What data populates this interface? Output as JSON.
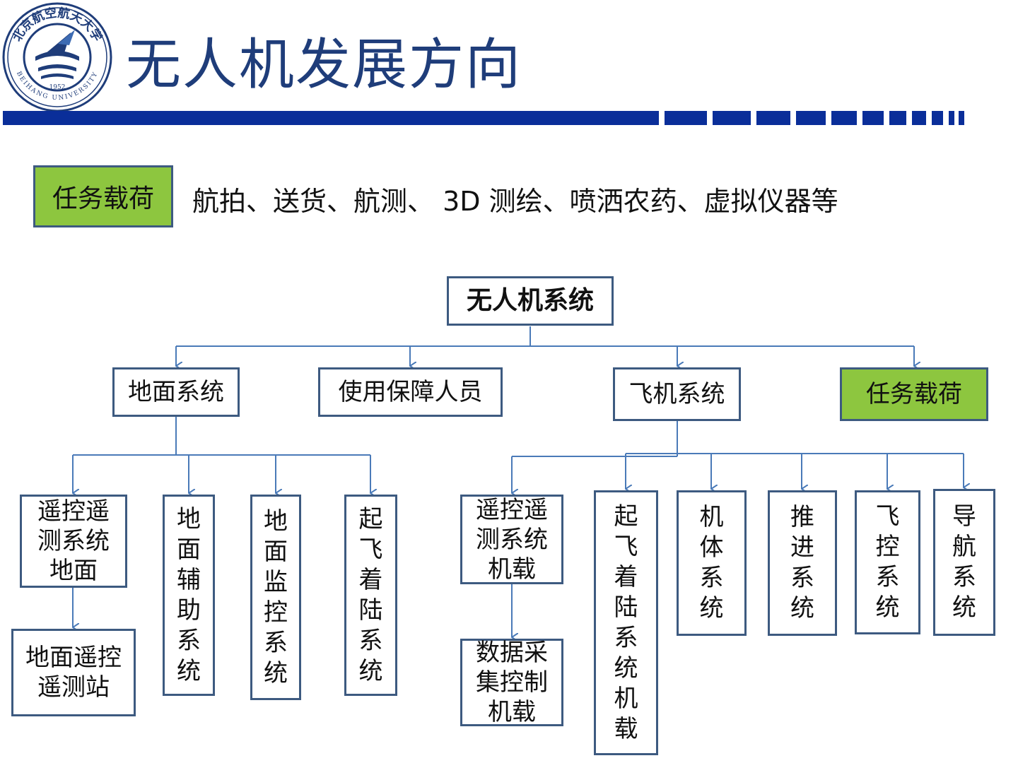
{
  "header": {
    "title": "无人机发展方向",
    "logo": {
      "arc_text": "北京航空航天大学",
      "bottom_text": "BEIHANG UNIVERSITY",
      "year": "1952",
      "primary_color": "#1f3d7a"
    },
    "bar_color": "#0a2e99"
  },
  "payload": {
    "label": "任务载荷",
    "description": "航拍、送货、航测、 3D 测绘、喷洒农药、虚拟仪器等",
    "label_color": "#8dc63f"
  },
  "tree": {
    "root": "无人机系统",
    "level1": {
      "ground": "地面系统",
      "support": "使用保障人员",
      "aircraft": "飞机系统",
      "payload": "任务载荷"
    },
    "ground_children": {
      "tt_ground": "遥控遥测系统地面",
      "aux": "地面辅助系统",
      "monitor": "地面监控系统",
      "takeoff": "起飞着陆系统",
      "station": "地面遥控遥测站"
    },
    "aircraft_children": {
      "tt_air": "遥控遥测系统机载",
      "daq": "数据采集控制机载",
      "takeoff_air": "起飞着陆系统机载",
      "airframe": "机体系统",
      "propulsion": "推进系统",
      "flight_ctrl": "飞控系统",
      "navigation": "导航系统"
    },
    "line_color": "#4a7ab8",
    "border_color": "#3d5a80"
  }
}
